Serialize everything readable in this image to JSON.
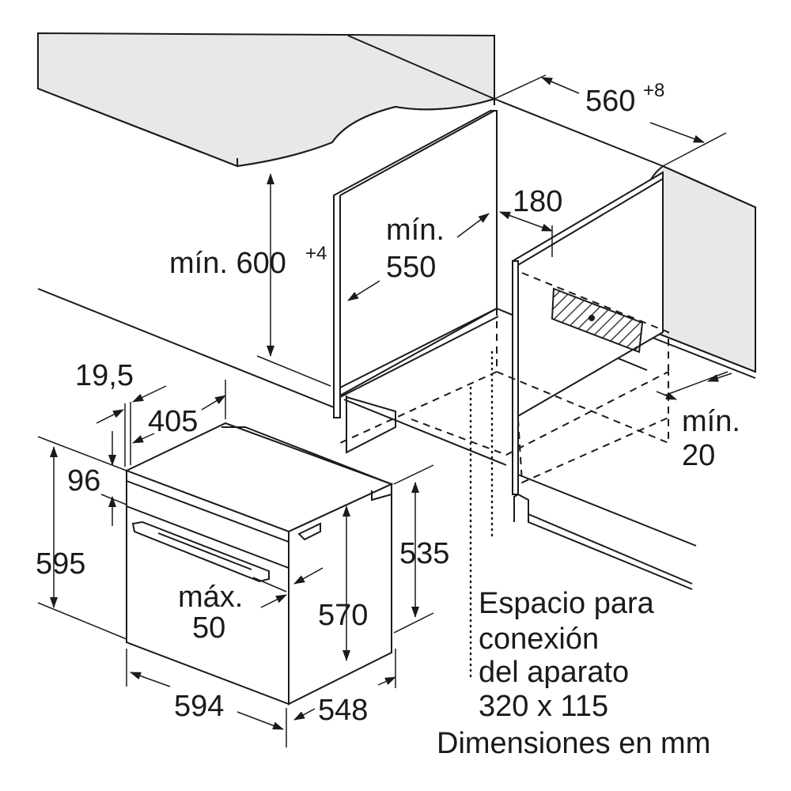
{
  "labels": {
    "width_niche": "560",
    "width_niche_tol": "+8",
    "height_niche": "mín. 600",
    "height_niche_tol": "+4",
    "depth_min_l1": "mín.",
    "depth_min_l2": "550",
    "dist_180": "180",
    "gap_min_l1": "mín.",
    "gap_min_l2": "20",
    "frame_19_5": "19,5",
    "depth_405": "405",
    "height_96": "96",
    "height_595": "595",
    "height_535": "535",
    "height_570": "570",
    "max_50_l1": "máx.",
    "max_50_l2": "50",
    "width_594": "594",
    "depth_548": "548"
  },
  "note": {
    "line1": "Espacio para",
    "line2": "conexión",
    "line3": "del aparato",
    "line4": "320 x 115",
    "units": "Dimensiones en mm"
  },
  "colors": {
    "ink": "#1a1a1a",
    "countertop": "#e8e8e8",
    "background": "#ffffff"
  }
}
